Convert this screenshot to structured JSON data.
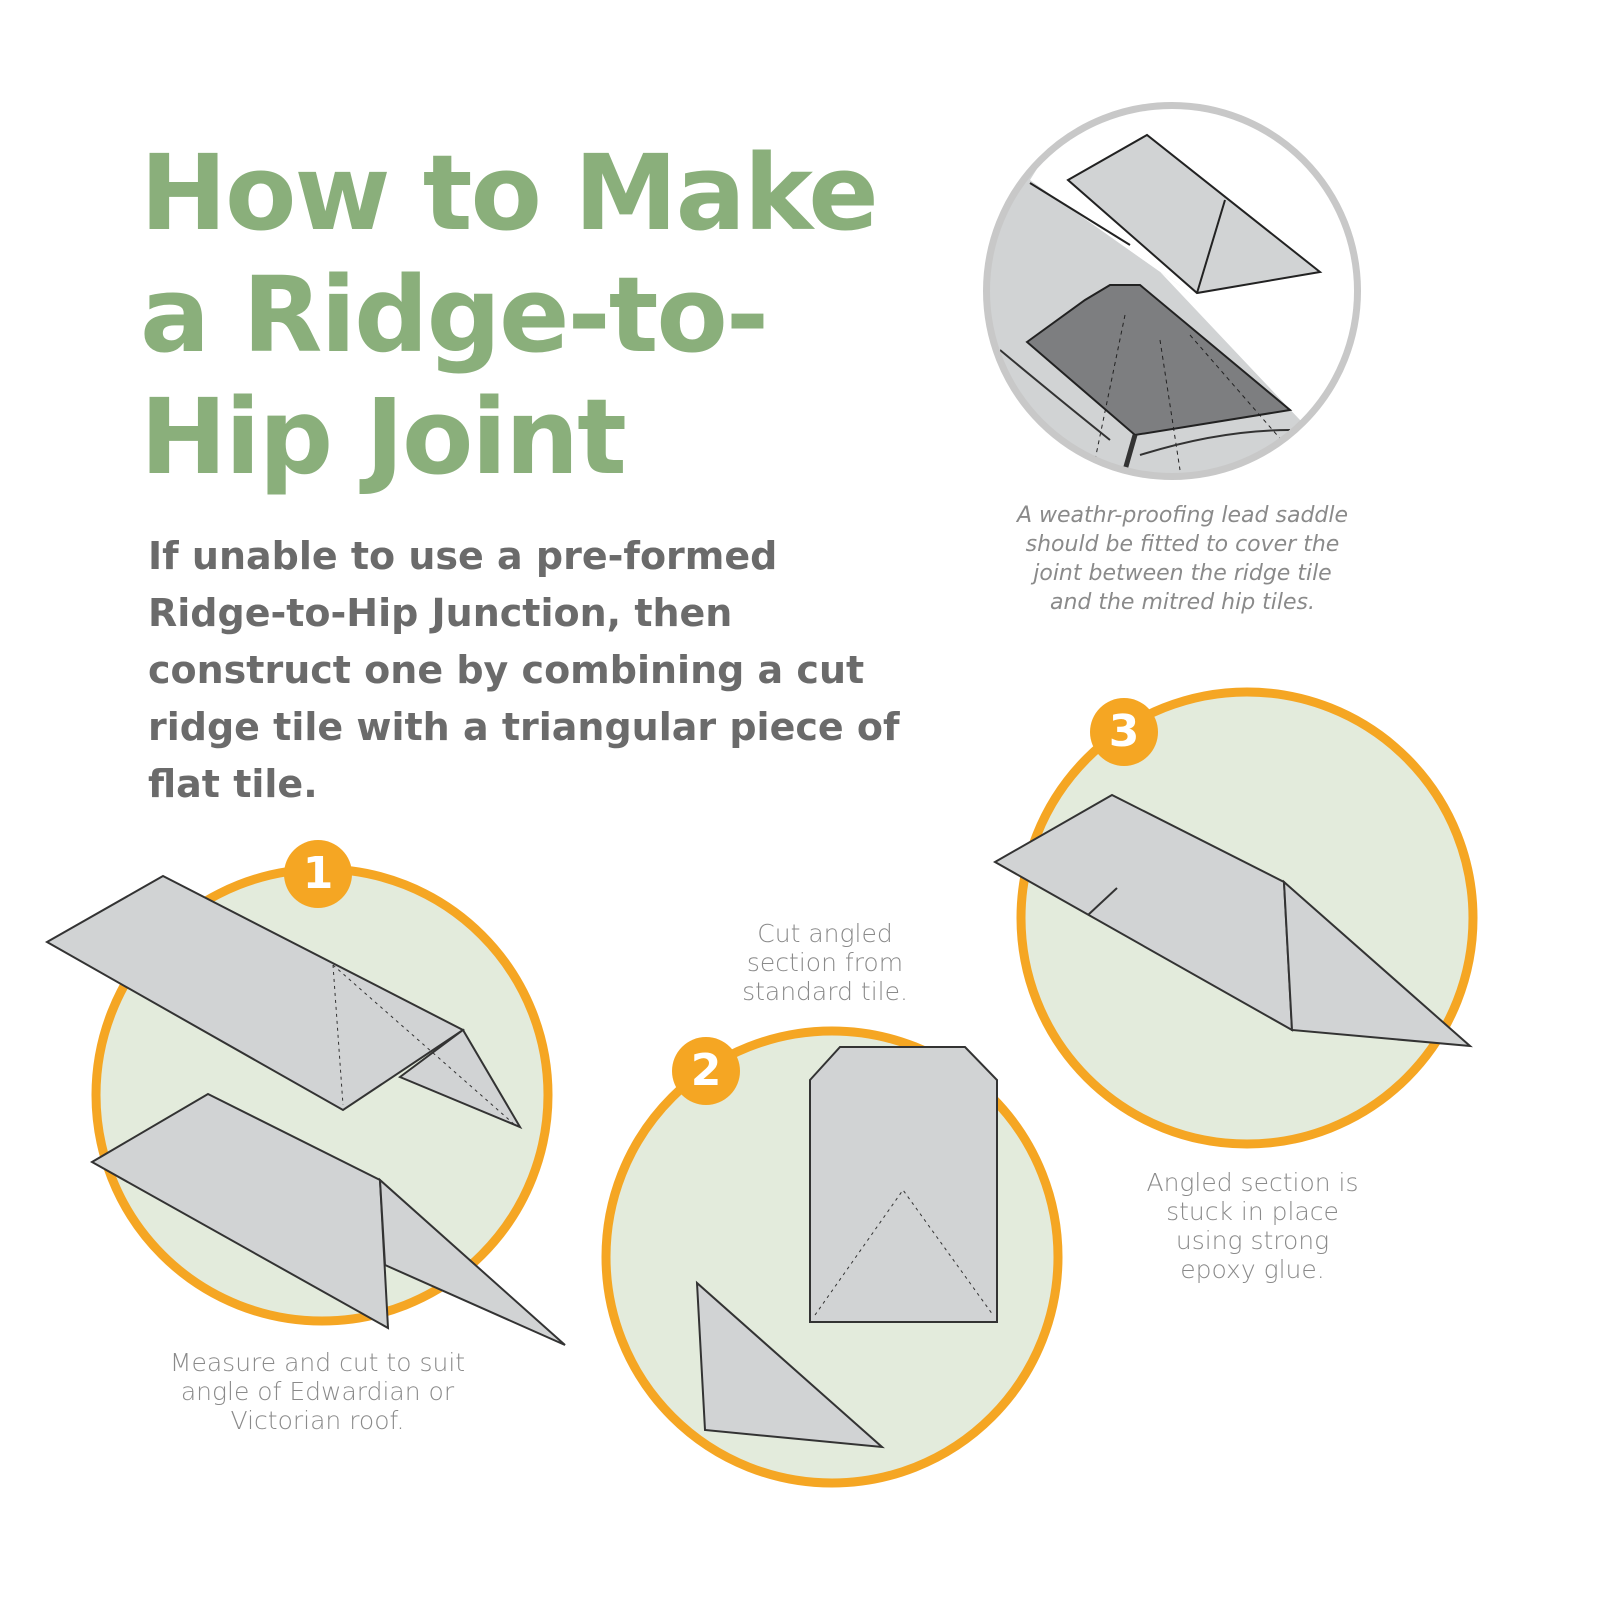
{
  "title": "How to Make a Ridge-to-Hip Joint",
  "intro": "If unable to use a pre-formed Ridge-to-Hip Junction, then construct one by combining a cut ridge tile with a triangular piece of flat tile.",
  "lead_saddle_caption": "A weathr-proofing lead saddle should be fitted to cover the joint between the ridge tile and the mitred hip tiles.",
  "steps": [
    {
      "number": "1",
      "caption": "Measure and cut to suit angle of Edwardian or Victorian roof."
    },
    {
      "number": "2",
      "caption": "Cut angled section from standard tile."
    },
    {
      "number": "3",
      "caption": "Angled section is stuck in place using strong epoxy glue."
    }
  ],
  "colors": {
    "title": "#8aaf7b",
    "accent": "#f5a623",
    "circle_fill": "#e3ebdc",
    "tile": "#d1d3d4",
    "lead": "#7d7e80"
  }
}
